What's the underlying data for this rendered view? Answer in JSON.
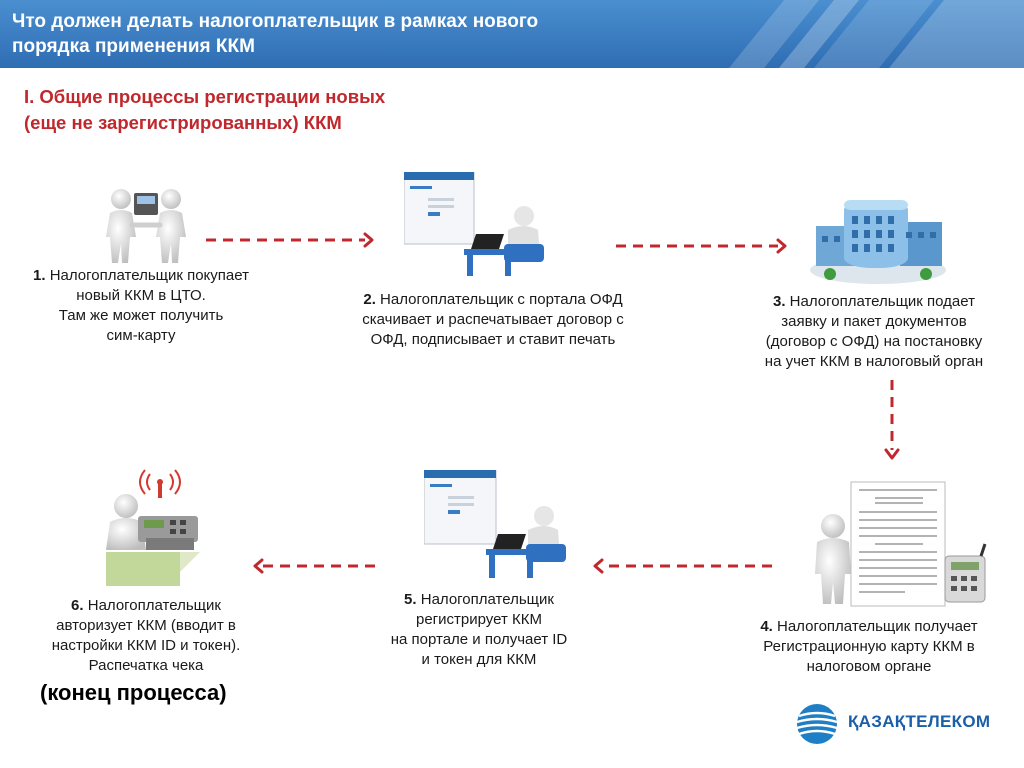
{
  "header": {
    "title": "Что должен делать налогоплательщик в рамках нового\nпорядка применения ККМ"
  },
  "section": {
    "title": "I. Общие процессы регистрации новых\n   (еще не зарегистрированных) ККМ"
  },
  "steps": [
    {
      "num": "1.",
      "text": " Налогоплательщик покупает\nновый ККМ в ЦТО.\nТам же может получить\nсим-карту",
      "icon": "people-handshake-icon"
    },
    {
      "num": "2.",
      "text": " Налогоплательщик с портала ОФД\nскачивает и распечатывает договор с\nОФД, подписывает и ставит печать",
      "icon": "person-laptop-icon"
    },
    {
      "num": "3.",
      "text": " Налогоплательщик подает\nзаявку и пакет документов\n(договор с ОФД) на постановку\nна учет ККМ в налоговый орган",
      "icon": "building-icon"
    },
    {
      "num": "4.",
      "text": " Налогоплательщик получает\nРегистрационную карту ККМ в\nналоговом органе",
      "icon": "registration-card-icon"
    },
    {
      "num": "5.",
      "text": " Налогоплательщик\nрегистрирует ККМ\nна портале и получает ID\nи токен для ККМ",
      "icon": "person-laptop-icon"
    },
    {
      "num": "6.",
      "text": " Налогоплательщик\nавторизует ККМ (вводит в\nнастройки ККМ ID и токен).\nРаспечатка чека",
      "icon": "cash-register-icon"
    }
  ],
  "end": {
    "text": "(конец процесса)"
  },
  "logo": {
    "text": "ҚАЗАҚТЕЛЕКОМ"
  },
  "colors": {
    "header": "#3a7cc4",
    "accent_red": "#c0282d",
    "arrow": "#c0282d"
  }
}
